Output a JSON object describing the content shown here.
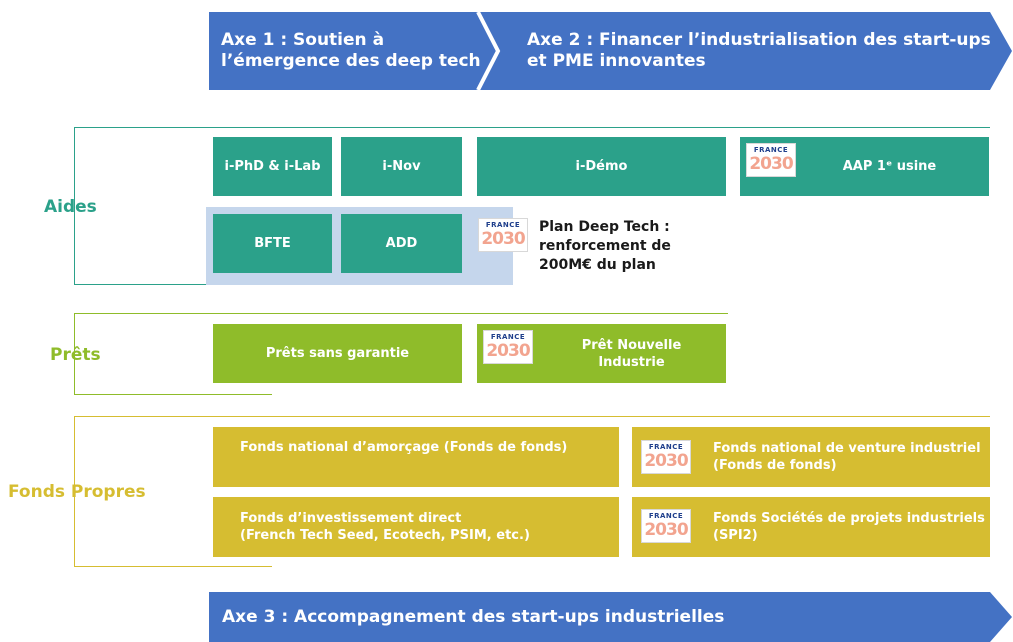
{
  "axes": {
    "axe1": {
      "line1": "Axe 1 : Soutien à",
      "line2": "l’émergence des deep tech"
    },
    "axe2": {
      "line1": "Axe 2 : Financer l’industrialisation des start-ups",
      "line2": "et PME innovantes"
    },
    "axe3": "Axe 3 : Accompagnement des start-ups industrielles"
  },
  "sections": {
    "aides": "Aides",
    "prets": "Prêts",
    "fonds_propres": "Fonds Propres"
  },
  "aides": {
    "iphd": "i-PhD & i-Lab",
    "inov": "i-Nov",
    "idemo": "i-Démo",
    "aap": "AAP 1ᵉ usine",
    "bfte": "BFTE",
    "add": "ADD",
    "plan": {
      "line1": "Plan Deep Tech :",
      "line2": "renforcement de",
      "line3": "200M€ du plan"
    }
  },
  "prets": {
    "sans_garantie": "Prêts sans garantie",
    "nouvelle_industrie": {
      "line1": "Prêt Nouvelle",
      "line2": "Industrie"
    }
  },
  "fonds": {
    "amorcage": "Fonds national d’amorçage (Fonds de fonds)",
    "venture": {
      "line1": "Fonds national de venture industriel",
      "line2": "(Fonds de fonds)"
    },
    "direct": {
      "line1": "Fonds d’investissement direct",
      "line2": "(French Tech Seed, Ecotech, PSIM, etc.)"
    },
    "spi": {
      "line1": "Fonds Sociétés de projets industriels",
      "line2": "(SPI2)"
    }
  },
  "logo": {
    "top": "FRANCE",
    "mid": "2030"
  },
  "colors": {
    "blue": "#4472c4",
    "teal": "#2ba18a",
    "green": "#8fbc2a",
    "gold": "#d6bd31",
    "highlight": "#c5d6ec"
  }
}
